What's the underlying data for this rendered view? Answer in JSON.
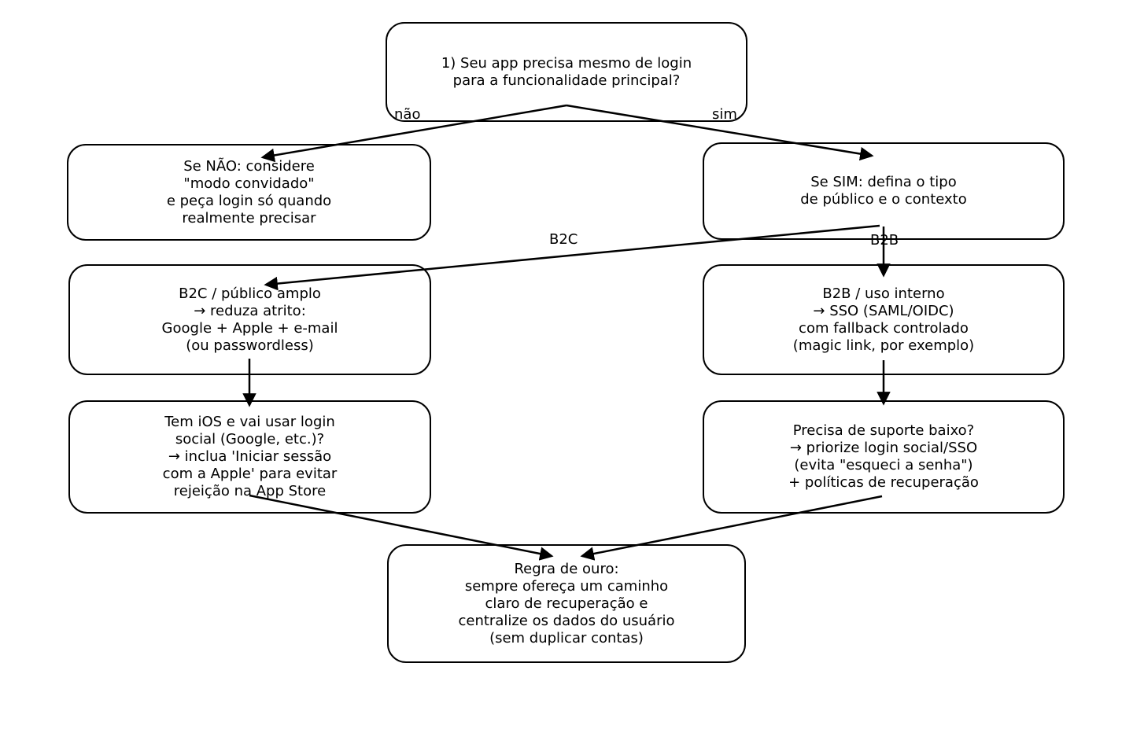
{
  "diagram": {
    "type": "flowchart",
    "colors": {
      "background": "#ffffff",
      "node_fill": "#ffffff",
      "stroke": "#000000",
      "text": "#000000"
    },
    "nodes": {
      "question": "1) Seu app precisa mesmo de login\npara a funcionalidade principal?",
      "no_branch": "Se NÃO: considere\n\"modo convidado\"\ne peça login só quando\nrealmente precisar",
      "yes_branch": "Se SIM: defina o tipo\nde público e o contexto",
      "b2c": "B2C / público amplo\n→ reduza atrito:\nGoogle + Apple + e-mail\n(ou passwordless)",
      "b2b": "B2B / uso interno\n→ SSO (SAML/OIDC)\ncom fallback controlado\n(magic link, por exemplo)",
      "ios_apple": "Tem iOS e vai usar login\nsocial (Google, etc.)?\n→ inclua 'Iniciar sessão\ncom a Apple' para evitar\nrejeição na App Store",
      "low_support": "Precisa de suporte baixo?\n→ priorize login social/SSO\n(evita \"esqueci a senha\")\n+ políticas de recuperação",
      "golden_rule": "Regra de ouro:\nsempre ofereça um caminho\nclaro de recuperação e\ncentralize os dados do usuário\n(sem duplicar contas)"
    },
    "edge_labels": {
      "nao": "não",
      "sim": "sim",
      "b2c": "B2C",
      "b2b": "B2B"
    }
  }
}
